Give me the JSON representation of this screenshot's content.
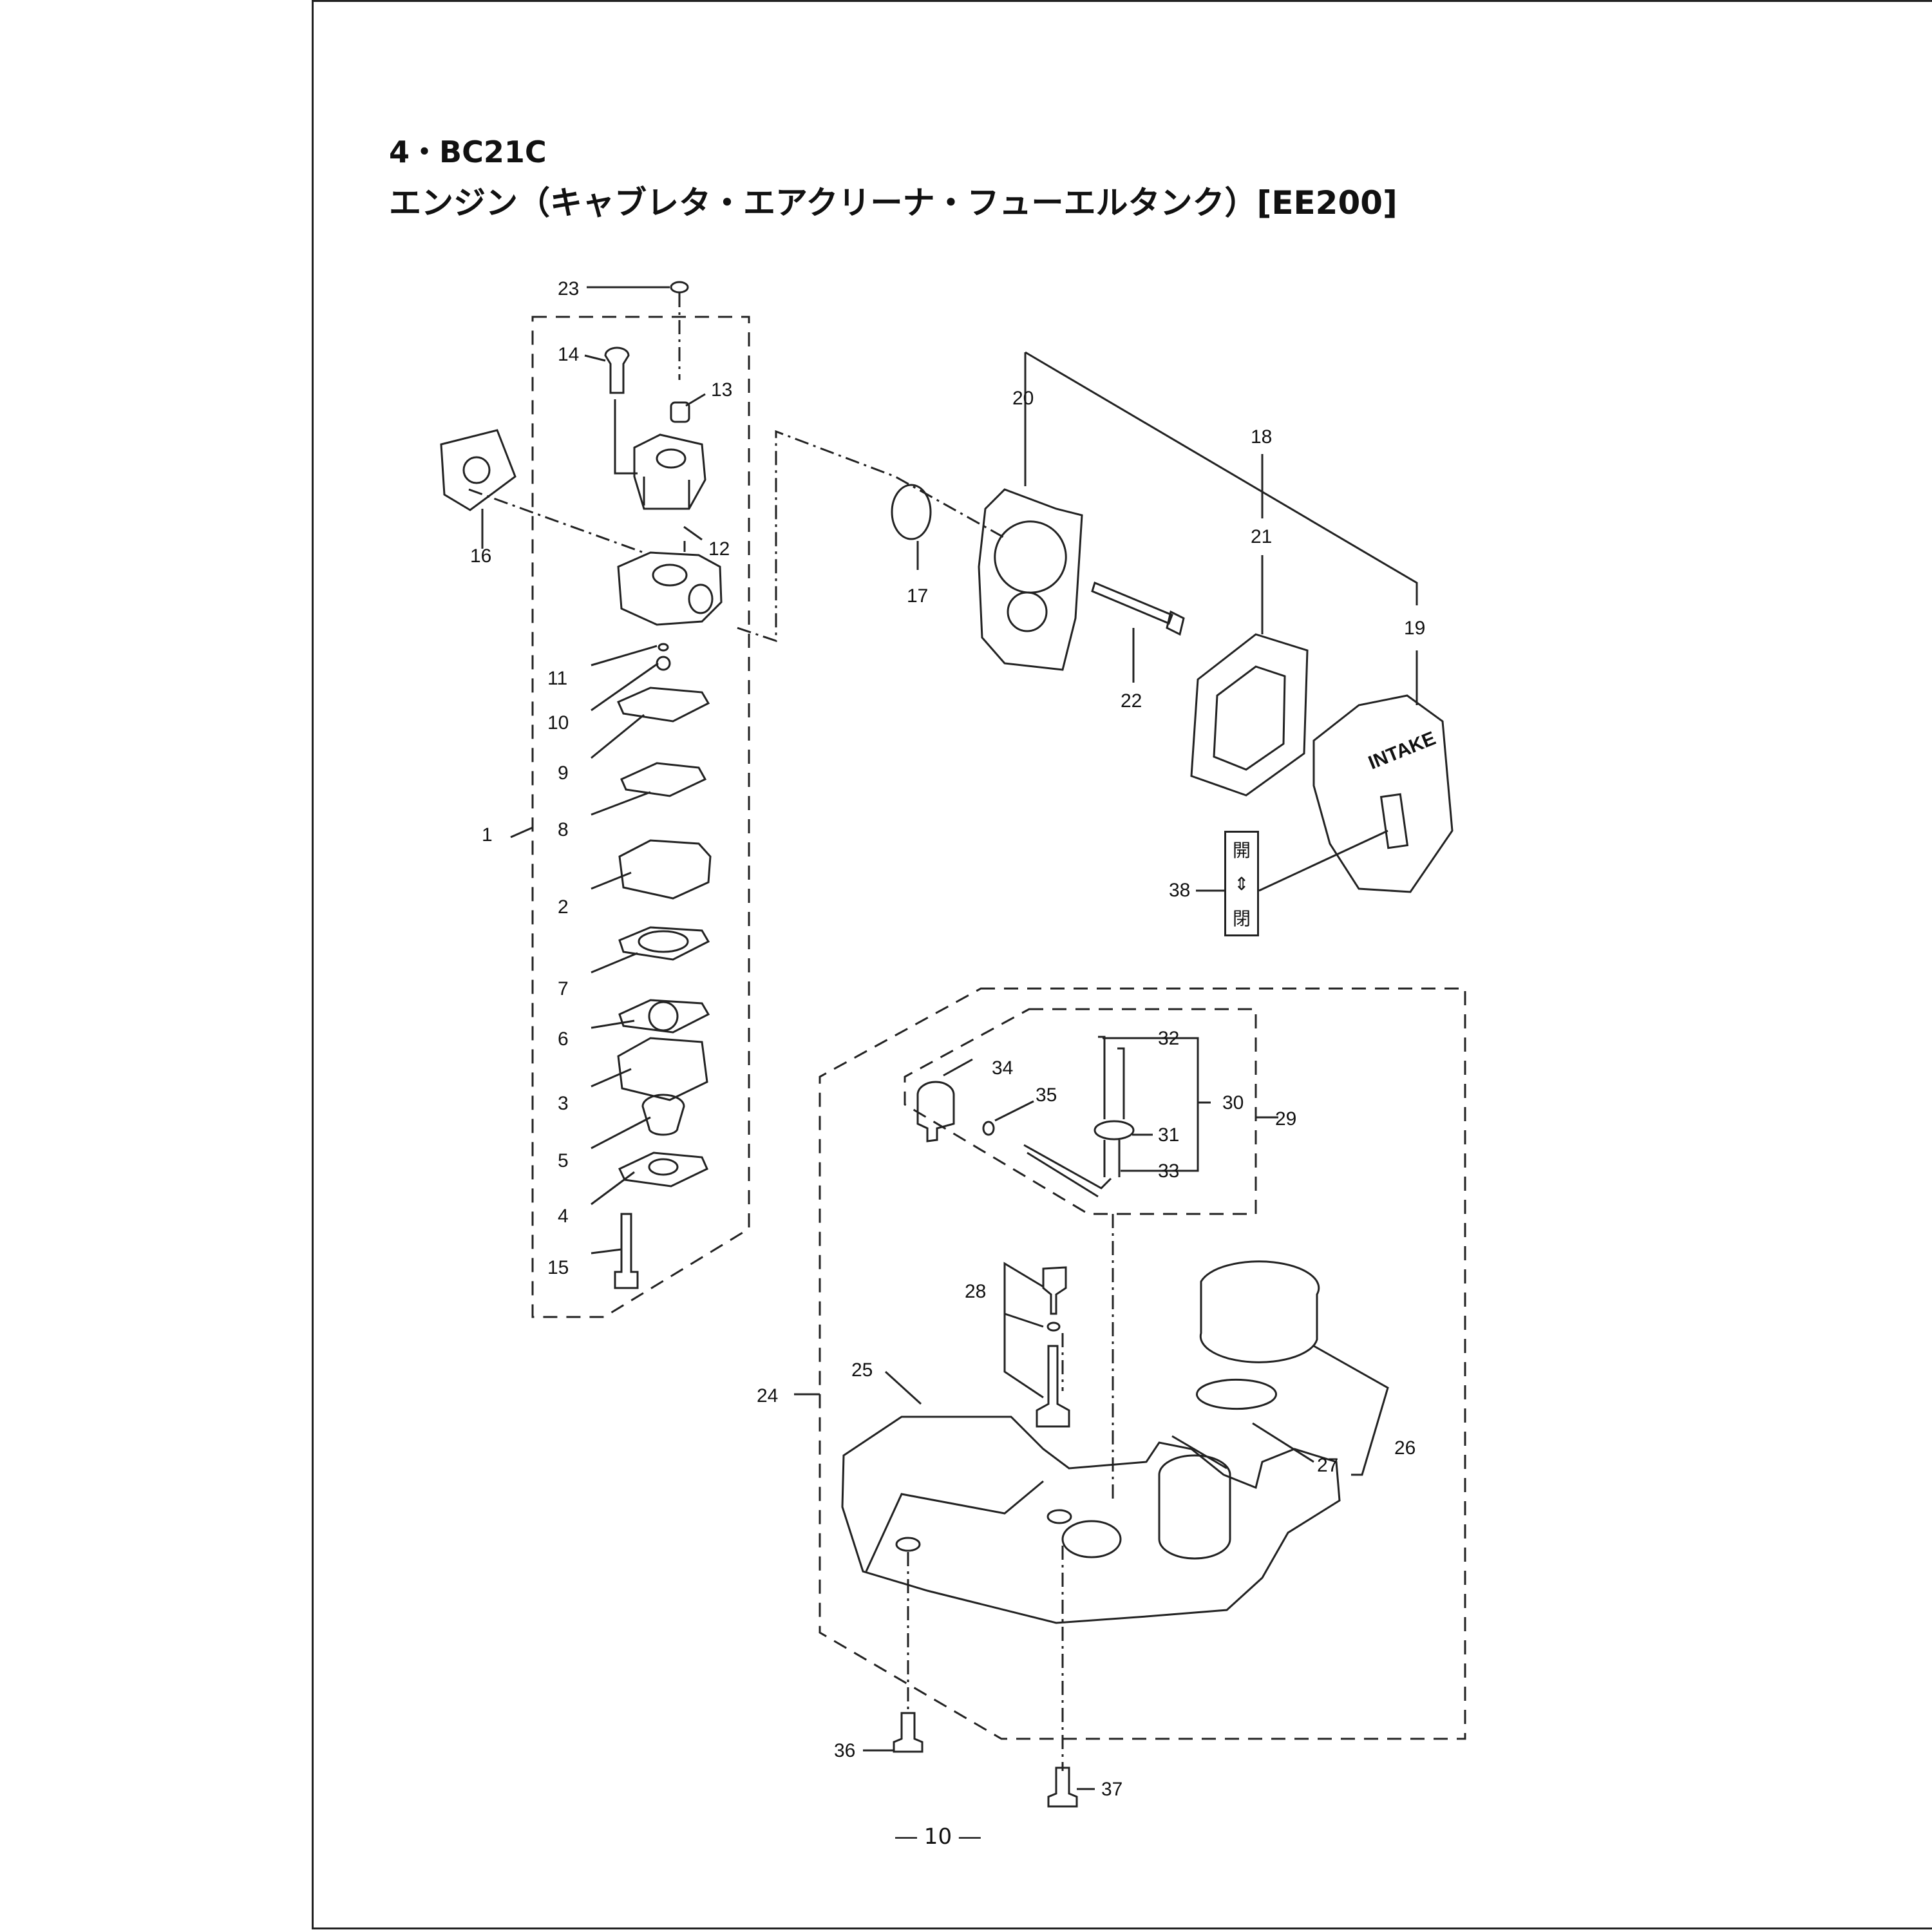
{
  "header": {
    "model_line": "4・BC21C",
    "section_line": "エンジン（キャブレタ・エアクリーナ・フューエルタンク）[EE200]"
  },
  "parts": [
    {
      "no": "1"
    },
    {
      "no": "2"
    },
    {
      "no": "3"
    },
    {
      "no": "4"
    },
    {
      "no": "5"
    },
    {
      "no": "6"
    },
    {
      "no": "7"
    },
    {
      "no": "8"
    },
    {
      "no": "9"
    },
    {
      "no": "10"
    },
    {
      "no": "11"
    },
    {
      "no": "12"
    },
    {
      "no": "13"
    },
    {
      "no": "14"
    },
    {
      "no": "15"
    },
    {
      "no": "16"
    },
    {
      "no": "17"
    },
    {
      "no": "18"
    },
    {
      "no": "19"
    },
    {
      "no": "20"
    },
    {
      "no": "21"
    },
    {
      "no": "22"
    },
    {
      "no": "23"
    },
    {
      "no": "24"
    },
    {
      "no": "25"
    },
    {
      "no": "26"
    },
    {
      "no": "27"
    },
    {
      "no": "28"
    },
    {
      "no": "29"
    },
    {
      "no": "30"
    },
    {
      "no": "31"
    },
    {
      "no": "32"
    },
    {
      "no": "33"
    },
    {
      "no": "34"
    },
    {
      "no": "35"
    },
    {
      "no": "36"
    },
    {
      "no": "37"
    },
    {
      "no": "38"
    }
  ],
  "cover_marking": "INTAKE",
  "sticker": {
    "open": "開",
    "arrow": "⇕",
    "close": "閉"
  },
  "footer": {
    "page_number": "― 10 ―"
  }
}
